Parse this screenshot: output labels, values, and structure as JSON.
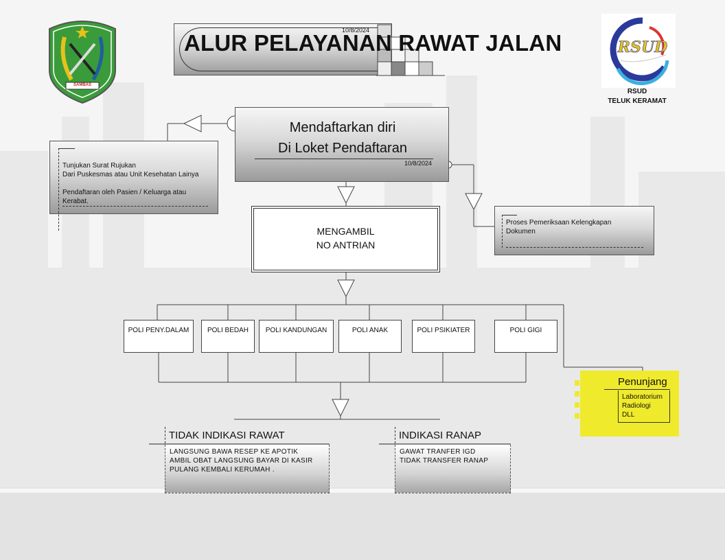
{
  "title": {
    "date": "10/8/2024",
    "text": "ALUR PELAYANAN RAWAT JALAN"
  },
  "logo_right": {
    "emblem_text": "RSUD",
    "line1": "RSUD",
    "line2": "TELUK KERAMAT"
  },
  "logo_left": {
    "banner_text": "SAMBAS"
  },
  "register": {
    "line1": "Mendaftarkan  diri",
    "line2": "Di Loket Pendaftaran",
    "date": "10/8/2024"
  },
  "referral": {
    "line1": "Tunjukan  Surat Rujukan",
    "line2": "Dari Puskesmas atau Unit Kesehatan Lainya",
    "line3": "Pendaftaran oleh Pasien / Keluarga atau",
    "line4": "Kerabat."
  },
  "check": {
    "line1": "Proses  Pemeriksaan Kelengkapan",
    "line2": "Dokumen"
  },
  "queue": {
    "line1": "MENGAMBIL",
    "line2": "NO  ANTRIAN"
  },
  "polis": [
    "POLI PENY.DALAM",
    "POLI BEDAH",
    "POLI KANDUNGAN",
    "POLI ANAK",
    "POLI PSIKIATER",
    "POLI GIGI"
  ],
  "penunjang": {
    "title": "Penunjang",
    "items": [
      "Laboratorium",
      "Radiologi",
      "DLL"
    ]
  },
  "outcome_left": {
    "title": "TIDAK INDIKASI RAWAT",
    "lines": [
      "LANGSUNG BAWA RESEP KE APOTIK",
      "AMBIL OBAT LANGSUNG BAYAR DI KASIR",
      "PULANG KEMBALI KERUMAH ."
    ]
  },
  "outcome_right": {
    "title": "INDIKASI RANAP",
    "lines": [
      "GAWAT TRANFER IGD",
      "TIDAK TRANSFER RANAP"
    ]
  },
  "colors": {
    "penunjang_fill": "#f0ea2c",
    "box_dark": "#9a9a9a",
    "line": "#444444"
  }
}
